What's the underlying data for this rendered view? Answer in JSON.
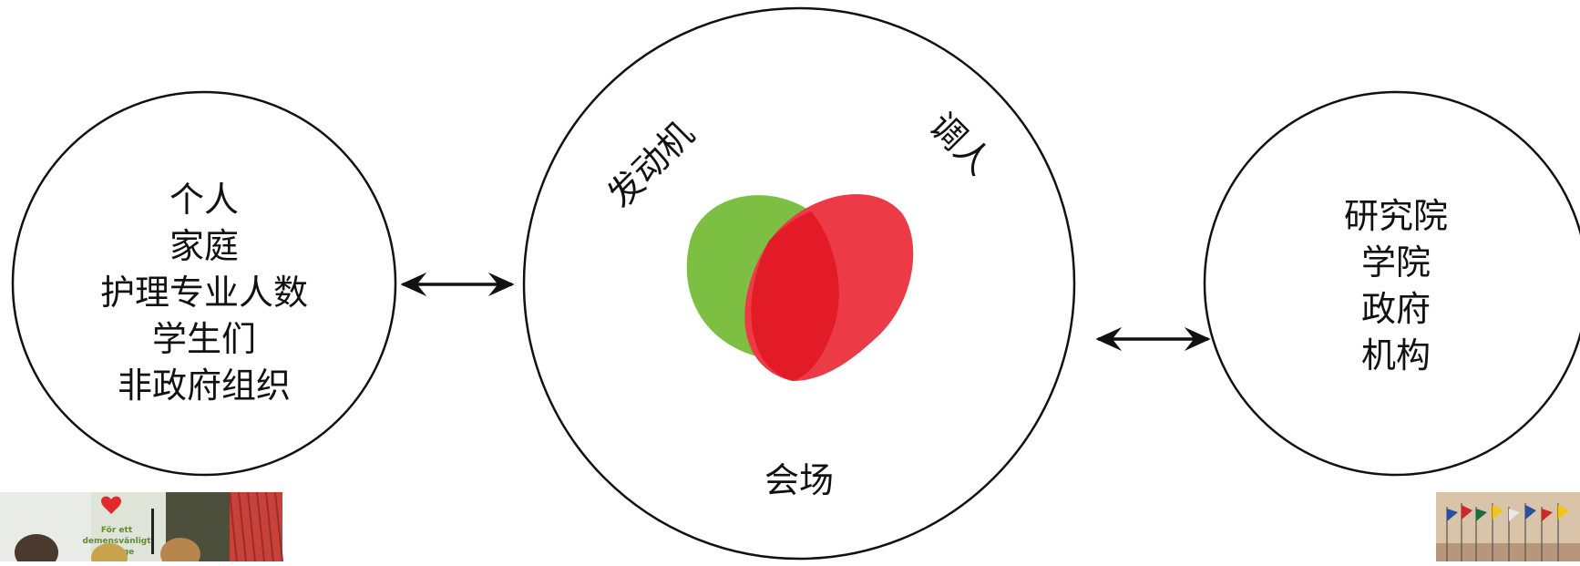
{
  "left_circle": {
    "lines": [
      "个人",
      "家庭",
      "护理专业人数",
      "学生们",
      "非政府组织"
    ]
  },
  "center_circle": {
    "top_left_label": "发动机",
    "top_right_label": "调人",
    "bottom_label": "会场",
    "logo": {
      "name": "heart-logo",
      "colors": {
        "green": "#7cbf42",
        "red": "#ec3b46",
        "overlap": "#e31b26"
      }
    }
  },
  "right_circle": {
    "lines": [
      "研究院",
      "学院",
      "政府",
      "机构"
    ]
  },
  "photo_left": {
    "sign_text": [
      "För ett",
      "demensvänligt",
      "Sverige"
    ]
  }
}
